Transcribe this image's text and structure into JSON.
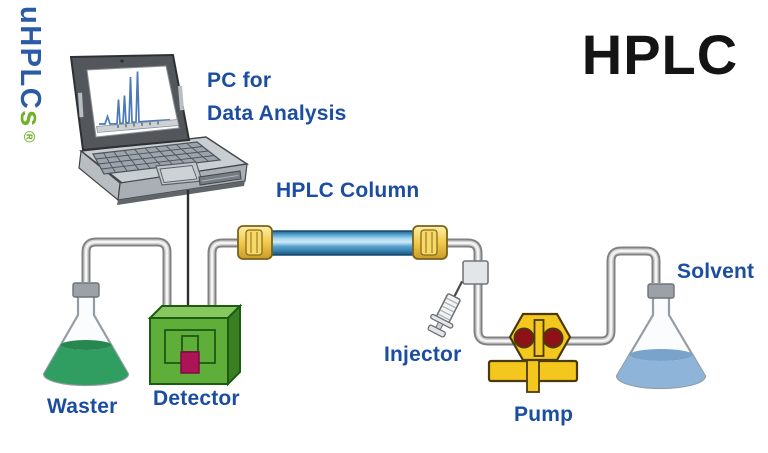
{
  "page_title": "HPLC",
  "logo": {
    "brand_blue": "uHPLC",
    "brand_green": "s",
    "registered": "®"
  },
  "labels": {
    "pc_line1": "PC for",
    "pc_line2": "Data Analysis",
    "hplc_column": "HPLC Column",
    "injector": "Injector",
    "pump": "Pump",
    "solvent": "Solvent",
    "waste": "Waster",
    "detector": "Detector"
  },
  "colors": {
    "label_blue": "#1b4da1",
    "title_black": "#141414",
    "logo_blue": "#2c5ba6",
    "logo_green": "#72b22a",
    "detector_green": "#5fae3a",
    "detector_green_top": "#86c75f",
    "detector_green_side": "#3b7f23",
    "detector_magenta": "#ad1458",
    "pump_yellow": "#f3c71e",
    "pump_circle_red": "#8e1118",
    "column_blue": "#3f8fc4",
    "fitting_gold": "#f2c94c",
    "waste_liquid_green": "#2f9e60",
    "solvent_liquid_blue": "#8fb4d9",
    "tube_gray": "#9a9a9a",
    "chromatogram_blue": "#4a7ab8"
  }
}
